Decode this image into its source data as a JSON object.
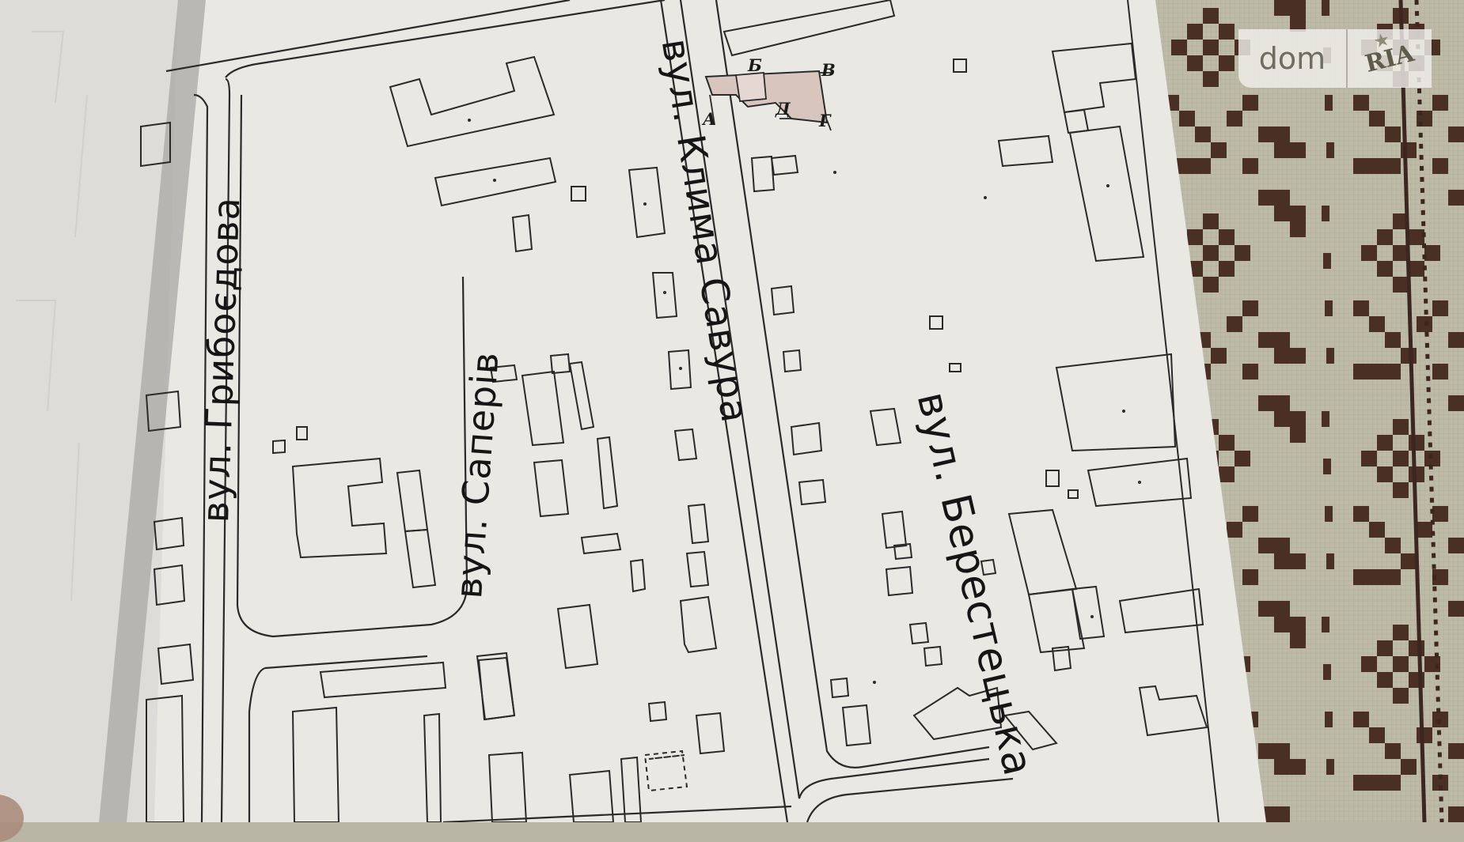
{
  "image": {
    "description": "Photo of a printed cadastral/site plan lying on an embroidered tablecloth",
    "watermark": {
      "left": "dom",
      "right": "RIA"
    }
  },
  "map": {
    "streets": [
      {
        "id": "griboedova",
        "label": "вул. Грибоєдова"
      },
      {
        "id": "saperiv",
        "label": "вул. Саперів"
      },
      {
        "id": "klyma-savura",
        "label": "вул. Клима Савура"
      },
      {
        "id": "berestetska",
        "label": "вул. Берестецька"
      }
    ],
    "parcel_vertices": [
      "А",
      "Б",
      "В",
      "Г",
      "Д"
    ],
    "highlighted_parcel_color": "#d8c6be"
  },
  "colors": {
    "paper": "#e9e8e3",
    "paper_shadow": "#c9c8c3",
    "lines": "#2a2a2a",
    "fabric_light": "#bdbaa8",
    "fabric_dark": "#4a2f24",
    "logo_text": "#6f6c60"
  }
}
